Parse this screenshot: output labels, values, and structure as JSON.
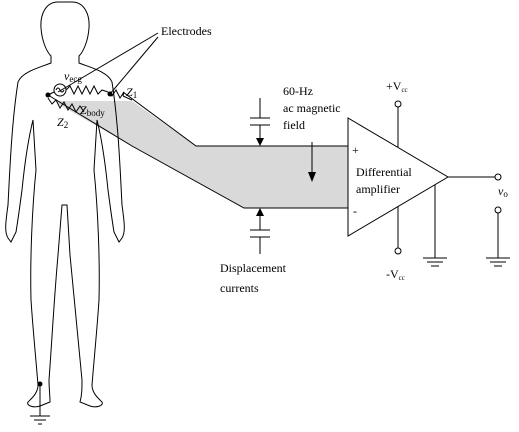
{
  "labels": {
    "electrodes": "Electrodes",
    "v_main": "v",
    "v_sub": "ecg",
    "z1_main": "Z",
    "z1_sub": "1",
    "z2_main": "Z",
    "z2_sub": "2",
    "zbody_main": "Z",
    "zbody_sub": "body",
    "field_line1": "60-Hz",
    "field_line2": "ac magnetic",
    "field_line3": "field",
    "plus_v_sign": "+V",
    "plus_v_sub": "cc",
    "minus_v_sign": "-V",
    "minus_v_sub": "cc",
    "plus_input": "+",
    "minus_input": "-",
    "amp_line1": "Differential",
    "amp_line2": "amplifier",
    "vo_main": "v",
    "vo_sub": "o",
    "disp_line1": "Displacement",
    "disp_line2": "currents"
  },
  "colors": {
    "cable_fill": "#d9d9d9",
    "stroke": "#000000"
  }
}
